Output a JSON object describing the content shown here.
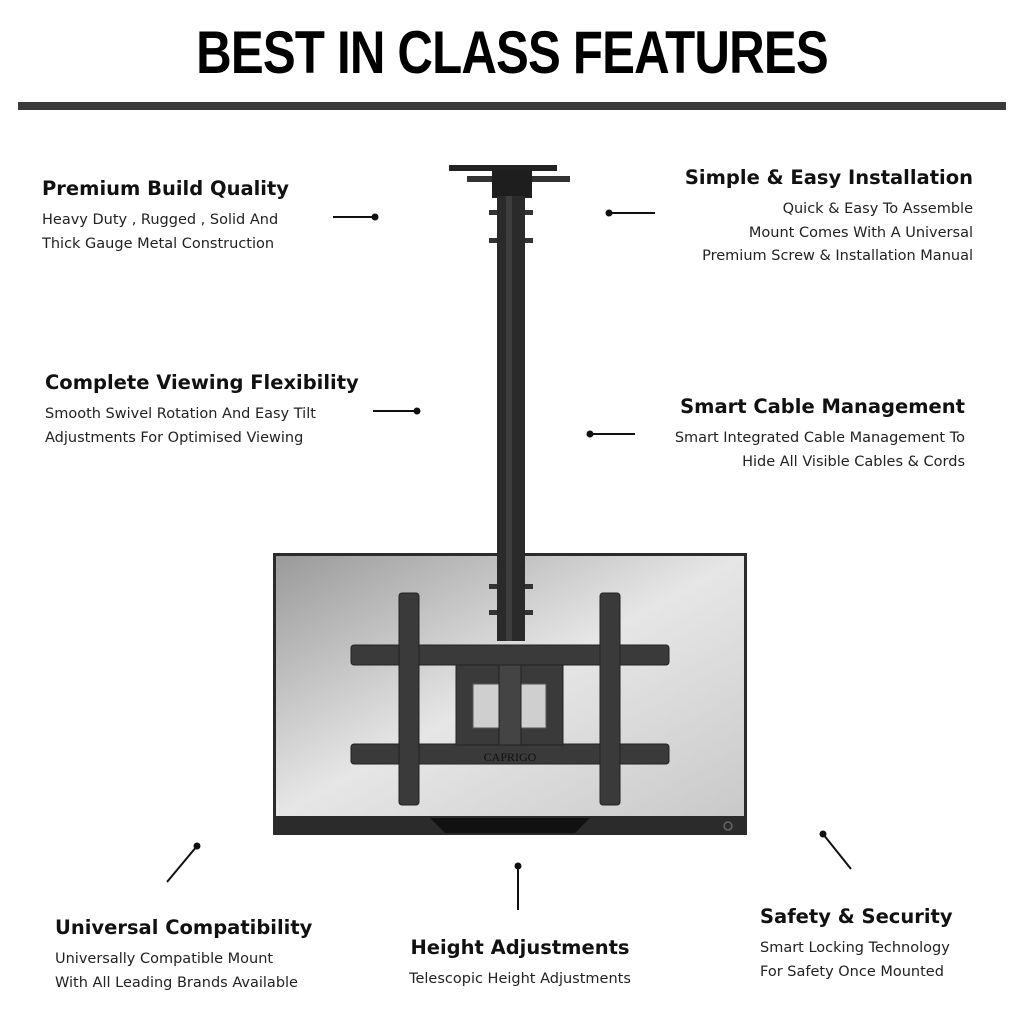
{
  "title": "BEST IN CLASS FEATURES",
  "brand": "CAPRIGO",
  "features": [
    {
      "heading": "Premium Build Quality",
      "lines": [
        "Heavy Duty , Rugged , Solid And",
        "Thick Gauge Metal Construction"
      ]
    },
    {
      "heading": "Simple & Easy Installation",
      "lines": [
        "Quick & Easy To Assemble",
        "Mount Comes With A Universal",
        "Premium Screw & Installation Manual"
      ]
    },
    {
      "heading": "Complete Viewing Flexibility",
      "lines": [
        "Smooth Swivel Rotation And Easy Tilt",
        "Adjustments For Optimised Viewing"
      ]
    },
    {
      "heading": "Smart Cable Management",
      "lines": [
        "Smart Integrated Cable Management To",
        "Hide All Visible Cables & Cords"
      ]
    },
    {
      "heading": "Universal Compatibility",
      "lines": [
        "Universally Compatible Mount",
        "With All Leading Brands Available"
      ]
    },
    {
      "heading": "Height Adjustments",
      "lines": [
        "Telescopic Height Adjustments"
      ]
    },
    {
      "heading": "Safety & Security",
      "lines": [
        "Smart Locking Technology",
        "For Safety Once Mounted"
      ]
    }
  ]
}
